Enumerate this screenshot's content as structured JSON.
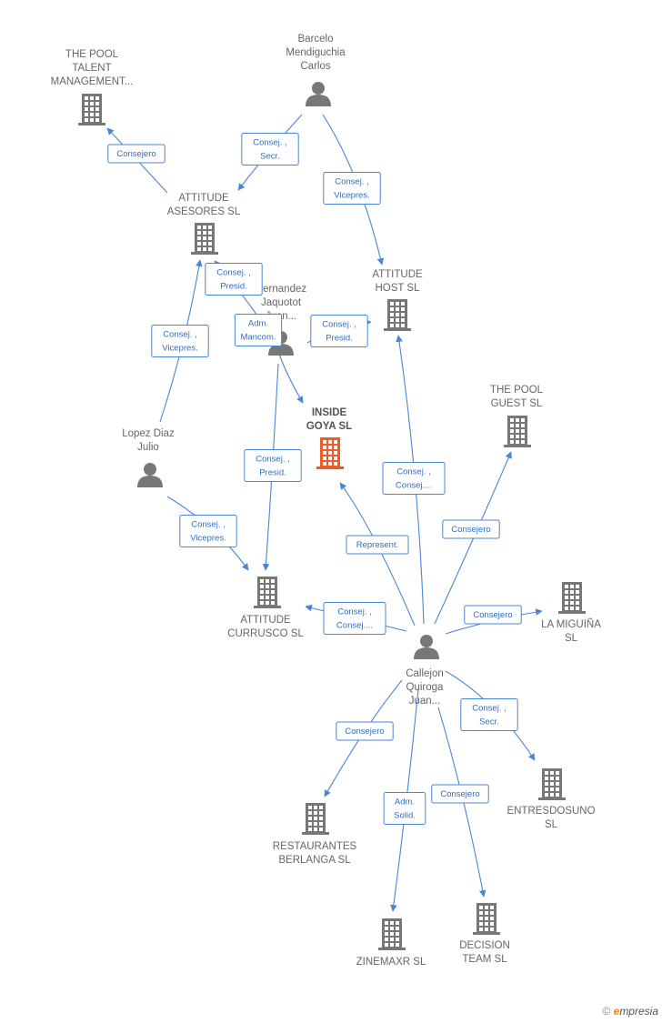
{
  "footer": {
    "copyright": "©",
    "brand_initial": "e",
    "brand_rest": "mpresia"
  },
  "colors": {
    "company": "#777777",
    "focus": "#f05a2b",
    "edge": "#4a86d6",
    "edge_text": "#2f6fc2"
  },
  "nodes": [
    {
      "id": "pool_talent",
      "type": "company",
      "label": [
        "THE POOL",
        "TALENT",
        "MANAGEMENT..."
      ]
    },
    {
      "id": "barcelo",
      "type": "person",
      "label": [
        "Barcelo",
        "Mendiguchia",
        "Carlos"
      ]
    },
    {
      "id": "asesores",
      "type": "company",
      "label": [
        "ATTITUDE",
        "ASESORES SL"
      ]
    },
    {
      "id": "host",
      "type": "company",
      "label": [
        "ATTITUDE",
        "HOST SL"
      ]
    },
    {
      "id": "hernandez",
      "type": "person",
      "label": [
        "Hernandez",
        "Jaquotot",
        "Juan..."
      ]
    },
    {
      "id": "inside_goya",
      "type": "focus",
      "label": [
        "INSIDE",
        "GOYA SL"
      ]
    },
    {
      "id": "pool_guest",
      "type": "company",
      "label": [
        "THE POOL",
        "GUEST SL"
      ]
    },
    {
      "id": "lopez",
      "type": "person",
      "label": [
        "Lopez Diaz",
        "Julio"
      ]
    },
    {
      "id": "currusco",
      "type": "company",
      "label": [
        "ATTITUDE",
        "CURRUSCO SL"
      ]
    },
    {
      "id": "miguina",
      "type": "company",
      "label": [
        "LA MIGUIÑA",
        "SL"
      ]
    },
    {
      "id": "callejon",
      "type": "person",
      "label": [
        "Callejon",
        "Quiroga",
        "Juan..."
      ]
    },
    {
      "id": "entresdosuno",
      "type": "company",
      "label": [
        "ENTRESDOSUNO",
        "SL"
      ]
    },
    {
      "id": "berlanga",
      "type": "company",
      "label": [
        "RESTAURANTES",
        "BERLANGA SL"
      ]
    },
    {
      "id": "zinemaxr",
      "type": "company",
      "label": [
        "ZINEMAXR SL"
      ]
    },
    {
      "id": "decision",
      "type": "company",
      "label": [
        "DECISION",
        "TEAM SL"
      ]
    }
  ],
  "edges": [
    {
      "from": "asesores",
      "to": "pool_talent",
      "label": [
        "Consejero"
      ]
    },
    {
      "from": "barcelo",
      "to": "asesores",
      "label": [
        "Consej. ,",
        "Secr."
      ]
    },
    {
      "from": "barcelo",
      "to": "host",
      "label": [
        "Consej. ,",
        "Vicepres."
      ]
    },
    {
      "from": "hernandez",
      "to": "asesores",
      "label": [
        "Consej. ,",
        "Presid."
      ]
    },
    {
      "from": "hernandez",
      "to": "host",
      "label": [
        "Consej. ,",
        "Presid."
      ]
    },
    {
      "from": "hernandez",
      "to": "inside_goya",
      "label": [
        "Adm.",
        "Mancom."
      ]
    },
    {
      "from": "hernandez",
      "to": "currusco",
      "label": [
        "Consej. ,",
        "Presid."
      ]
    },
    {
      "from": "lopez",
      "to": "asesores",
      "label": [
        "Consej. ,",
        "Vicepres."
      ]
    },
    {
      "from": "lopez",
      "to": "currusco",
      "label": [
        "Consej. ,",
        "Vicepres."
      ]
    },
    {
      "from": "callejon",
      "to": "host",
      "label": [
        "Consej. ,",
        "Consej...."
      ]
    },
    {
      "from": "callejon",
      "to": "inside_goya",
      "label": [
        "Represent."
      ]
    },
    {
      "from": "callejon",
      "to": "pool_guest",
      "label": [
        "Consejero"
      ]
    },
    {
      "from": "callejon",
      "to": "currusco",
      "label": [
        "Consej. ,",
        "Consej...."
      ]
    },
    {
      "from": "callejon",
      "to": "miguina",
      "label": [
        "Consejero"
      ]
    },
    {
      "from": "callejon",
      "to": "entresdosuno",
      "label": [
        "Consej. ,",
        "Secr."
      ]
    },
    {
      "from": "callejon",
      "to": "berlanga",
      "label": [
        "Consejero"
      ]
    },
    {
      "from": "callejon",
      "to": "zinemaxr",
      "label": [
        "Adm.",
        "Solid."
      ]
    },
    {
      "from": "callejon",
      "to": "decision",
      "label": [
        "Consejero"
      ]
    }
  ]
}
